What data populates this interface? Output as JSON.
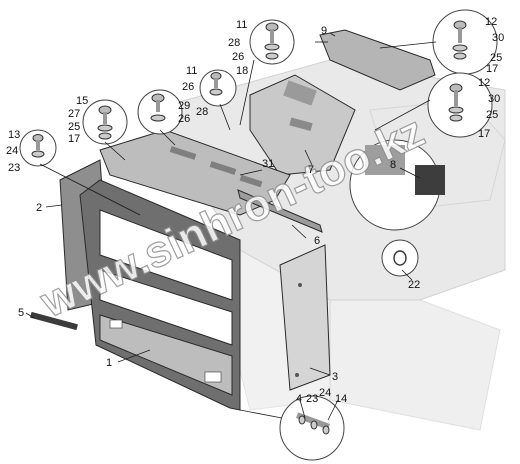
{
  "diagram": {
    "watermark": "www.sinhron-too.kz",
    "labels": {
      "l1": "1",
      "l2": "2",
      "l3": "3",
      "l4": "4",
      "l5": "5",
      "l6": "6",
      "l7": "7",
      "l8": "8",
      "l9": "9",
      "l11a": "11",
      "l11b": "11",
      "l12a": "12",
      "l12b": "12",
      "l13": "13",
      "l14": "14",
      "l15": "15",
      "l17a": "17",
      "l17b": "17",
      "l17c": "17",
      "l18": "18",
      "l22": "22",
      "l23a": "23",
      "l23b": "23",
      "l24a": "24",
      "l24b": "24",
      "l25a": "25",
      "l25b": "25",
      "l25c": "25",
      "l26a": "26",
      "l26b": "26",
      "l26c": "26",
      "l27": "27",
      "l28a": "28",
      "l28b": "28",
      "l29": "29",
      "l30a": "30",
      "l30b": "30",
      "l31": "31"
    }
  }
}
